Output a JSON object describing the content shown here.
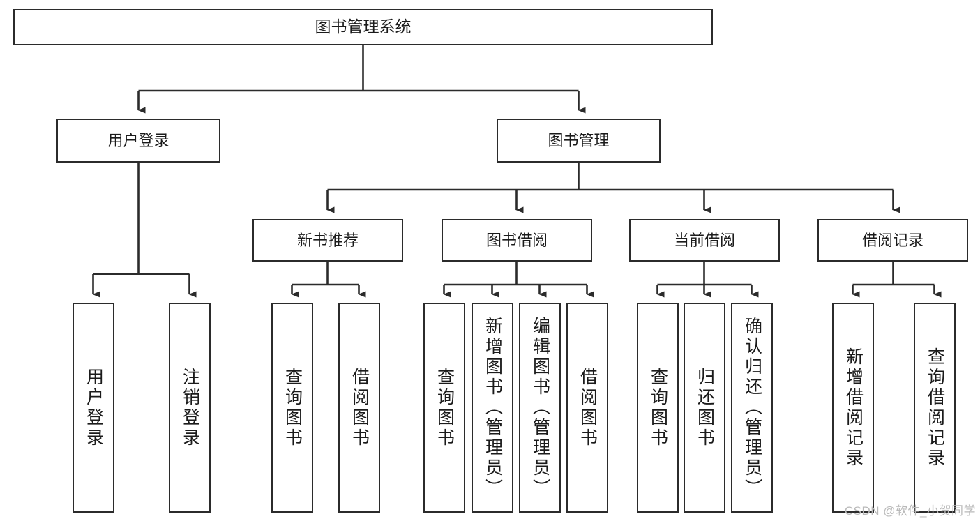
{
  "diagram": {
    "type": "tree-hierarchy-chart",
    "title": "图书管理系统",
    "watermark": "CSDN @软件_小贺同学",
    "colors": {
      "box_border": "#2b2b2b",
      "box_fill": "#ffffff",
      "connector": "#2b2b2b",
      "text": "#1b1b1b",
      "watermark": "#b9b9b9"
    }
  },
  "nodes": {
    "root": {
      "label": "图书管理系统"
    },
    "level2": [
      {
        "id": "user-login",
        "label": "用户登录"
      },
      {
        "id": "book-manage",
        "label": "图书管理"
      }
    ],
    "level3": [
      {
        "id": "new-book-rec",
        "label": "新书推荐"
      },
      {
        "id": "book-borrow",
        "label": "图书借阅"
      },
      {
        "id": "current-borrow",
        "label": "当前借阅"
      },
      {
        "id": "borrow-record",
        "label": "借阅记录"
      }
    ],
    "leaves": {
      "user-login": [
        {
          "id": "leaf-user-login",
          "label": "用户登录"
        },
        {
          "id": "leaf-logout",
          "label": "注销登录"
        }
      ],
      "new-book-rec": [
        {
          "id": "leaf-query-book-1",
          "label": "查询图书"
        },
        {
          "id": "leaf-borrow-book-1",
          "label": "借阅图书"
        }
      ],
      "book-borrow": [
        {
          "id": "leaf-query-book-2",
          "label": "查询图书"
        },
        {
          "id": "leaf-add-book",
          "label": "新增图书（管理员）"
        },
        {
          "id": "leaf-edit-book",
          "label": "编辑图书（管理员）"
        },
        {
          "id": "leaf-borrow-book-2",
          "label": "借阅图书"
        }
      ],
      "current-borrow": [
        {
          "id": "leaf-query-book-3",
          "label": "查询图书"
        },
        {
          "id": "leaf-return-book",
          "label": "归还图书"
        },
        {
          "id": "leaf-confirm-return",
          "label": "确认归还（管理员）"
        }
      ],
      "borrow-record": [
        {
          "id": "leaf-add-record",
          "label": "新增借阅记录"
        },
        {
          "id": "leaf-query-record",
          "label": "查询借阅记录"
        }
      ]
    }
  }
}
